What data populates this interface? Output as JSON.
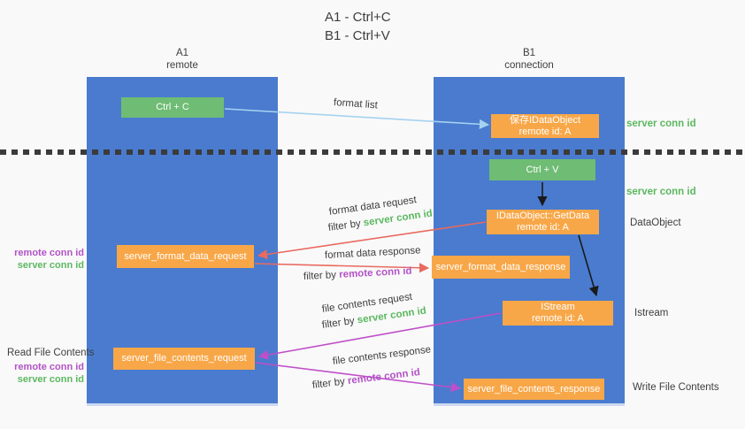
{
  "title": {
    "line1": "A1 - Ctrl+C",
    "line2": "B1 - Ctrl+V"
  },
  "lanes": {
    "left": {
      "name": "A1",
      "subtitle": "remote"
    },
    "right": {
      "name": "B1",
      "subtitle": "connection"
    }
  },
  "nodes": {
    "ctrl_c": {
      "label": "Ctrl + C"
    },
    "save_dataobject": {
      "line1": "保存IDataObject",
      "line2": "remote id: A"
    },
    "ctrl_v": {
      "label": "Ctrl + V"
    },
    "getdata": {
      "line1": "IDataObject::GetData",
      "line2": "remote id: A"
    },
    "istream": {
      "line1": "IStream",
      "line2": "remote id: A"
    },
    "format_request": {
      "label": "server_format_data_request"
    },
    "format_response": {
      "label": "server_format_data_response"
    },
    "file_request": {
      "label": "server_file_contents_request"
    },
    "file_response": {
      "label": "server_file_contents_response"
    }
  },
  "annotations": {
    "right": {
      "server_conn_id_top": "server conn id",
      "server_conn_id_mid": "server conn id",
      "dataobject": "DataObject",
      "istream": "Istream",
      "write_file_contents": "Write File Contents"
    },
    "left": {
      "remote_conn_id_1": "remote conn id",
      "server_conn_id_1": "server conn id",
      "read_file_contents": "Read File Contents",
      "remote_conn_id_2": "remote conn id",
      "server_conn_id_2": "server conn id"
    }
  },
  "arrow_labels": {
    "format_list": "format list",
    "format_data_request": "format data request",
    "format_data_response": "format data response",
    "file_contents_request": "file contents request",
    "file_contents_response": "file contents response",
    "filter_by": "filter by ",
    "server_conn_id": "server conn id",
    "remote_conn_id": "remote conn id"
  },
  "colors": {
    "lane_blue": "#4a7bce",
    "node_green": "#6fbc74",
    "node_orange": "#f8a748",
    "accent_green": "#5cb860",
    "accent_purple": "#b353c6",
    "arrow_red": "#e96a5f",
    "arrow_light_blue": "#a5d2f0",
    "arrow_purple": "#bf4fc8",
    "arrow_black": "#1a1a1a",
    "text_dark": "#3e3e3e",
    "background": "#f9f9f9"
  }
}
